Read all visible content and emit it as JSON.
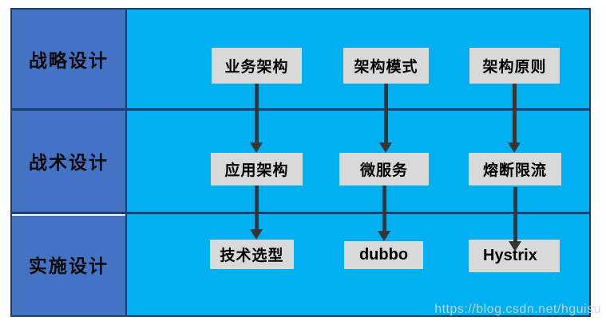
{
  "colors": {
    "panel_blue": "#4472C4",
    "canvas_cyan": "#00B0F0",
    "node_gray": "#D9D9D9",
    "divider_navy": "#1d3f6e",
    "arrow_dark": "#363636",
    "watermark_gray": "#d3d7da"
  },
  "rows": [
    {
      "label": "战略设计"
    },
    {
      "label": "战术设计"
    },
    {
      "label": "实施设计"
    }
  ],
  "nodes": {
    "business_architecture": {
      "label": "业务架构"
    },
    "architecture_pattern": {
      "label": "架构模式"
    },
    "architecture_principle": {
      "label": "架构原则"
    },
    "application_architecture": {
      "label": "应用架构"
    },
    "microservice": {
      "label": "微服务"
    },
    "circuit_breaker": {
      "label": "熔断限流"
    },
    "tech_selection": {
      "label": "技术选型"
    },
    "dubbo": {
      "label": "dubbo"
    },
    "hystrix": {
      "label": "Hystrix"
    }
  },
  "watermark": {
    "text": "https://blog.csdn.net/hguisu"
  }
}
